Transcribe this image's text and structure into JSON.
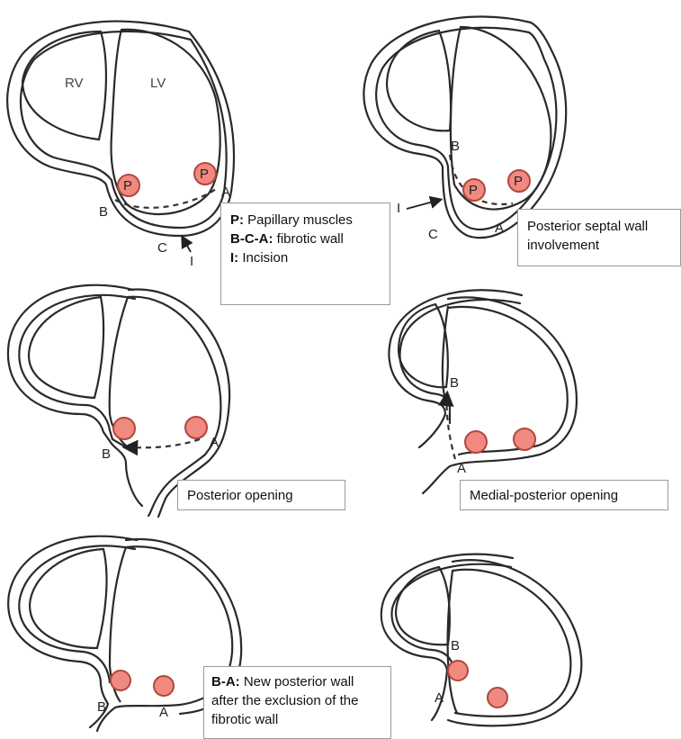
{
  "panel1": {
    "chambers": {
      "rv": "RV",
      "lv": "LV"
    },
    "papillary_letter": "P",
    "points": {
      "a": "A",
      "b": "B",
      "c": "C",
      "i": "I"
    }
  },
  "panel2": {
    "papillary_letter": "P",
    "points": {
      "a": "A",
      "b": "B",
      "c": "C",
      "i": "I"
    },
    "caption": "Posterior septal wall involvement"
  },
  "legend": {
    "p_key": "P:",
    "p_text": "Papillary muscles",
    "bca_key": "B-C-A:",
    "bca_text": "fibrotic wall",
    "i_key": "I:",
    "i_text": "Incision"
  },
  "panel3": {
    "points": {
      "a": "A",
      "b": "B"
    },
    "caption": "Posterior opening"
  },
  "panel4": {
    "points": {
      "a": "A",
      "b": "B"
    },
    "caption": "Medial-posterior opening"
  },
  "panel5": {
    "points": {
      "a": "A",
      "b": "B"
    },
    "caption_key": "B-A:",
    "caption_text": "New posterior wall after the exclusion of the fibrotic wall"
  },
  "panel6": {
    "points": {
      "a": "A",
      "b": "B"
    }
  }
}
